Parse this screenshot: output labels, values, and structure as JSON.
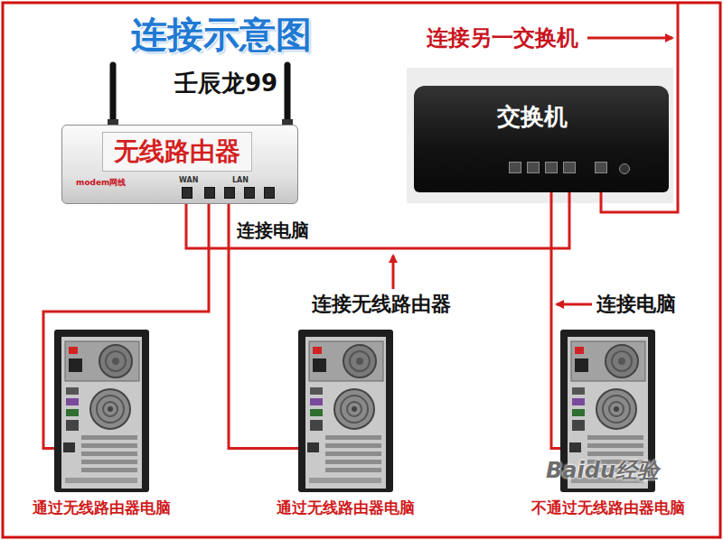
{
  "diagram": {
    "title": "连接示意图",
    "nodes": [
      {
        "text": [
          "无线路由器"
        ]
      },
      {
        "text": [
          "交换机"
        ]
      },
      {
        "text": [
          "通过无线路由器电脑"
        ]
      },
      {
        "text": [
          "通过无线路由器电脑"
        ]
      },
      {
        "text": [
          "不通过无线路由器电脑"
        ]
      }
    ],
    "edges": [
      {
        "from": 0,
        "to": 2,
        "arrow": "none"
      },
      {
        "from": 0,
        "to": 3,
        "arrow": "none"
      },
      {
        "from": 0,
        "to": 1,
        "arrow": "none"
      },
      {
        "from": 1,
        "to": 4,
        "arrow": "none"
      }
    ],
    "labels": [
      "壬辰龙99",
      "连接另一交换机",
      "modem网线",
      "WAN",
      "LAN",
      "连接电脑",
      "连接无线路由器",
      "连接电脑",
      "Baidu经验"
    ]
  }
}
